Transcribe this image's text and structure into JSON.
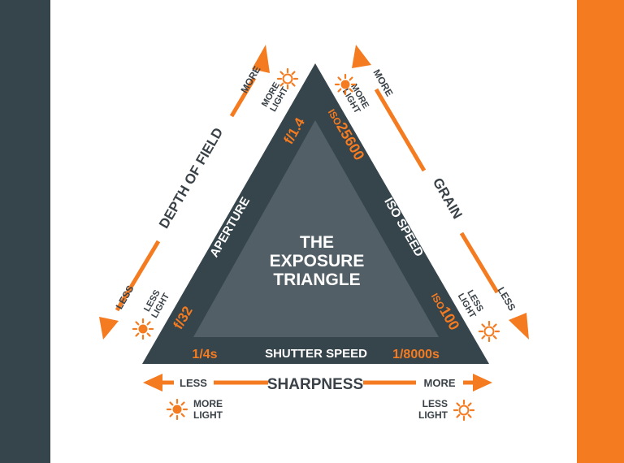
{
  "colors": {
    "orange": "#f47b20",
    "dark": "#36444c",
    "inner_gray": "#525f66",
    "text_light": "#ffffff",
    "text_dark": "#3a4248",
    "background": "#ffffff"
  },
  "diagram": {
    "title_line1": "THE",
    "title_line2": "EXPOSURE",
    "title_line3": "TRIANGLE",
    "sides": {
      "aperture": "APERTURE",
      "iso": "ISO SPEED",
      "shutter": "SHUTTER SPEED"
    },
    "values": {
      "aperture_open": "f/1.4",
      "aperture_closed": "f/32",
      "iso_prefix": "ISO",
      "iso_high": "25600",
      "iso_low": "100",
      "shutter_slow": "1/4s",
      "shutter_fast": "1/8000s"
    },
    "axes": {
      "depth_of_field": "DEPTH OF FIELD",
      "grain": "GRAIN",
      "sharpness": "SHARPNESS",
      "more": "MORE",
      "less": "LESS"
    },
    "light": {
      "more_line1": "MORE",
      "less_line1": "LESS",
      "line2": "LIGHT"
    },
    "icons": [
      "sun-icon"
    ]
  }
}
